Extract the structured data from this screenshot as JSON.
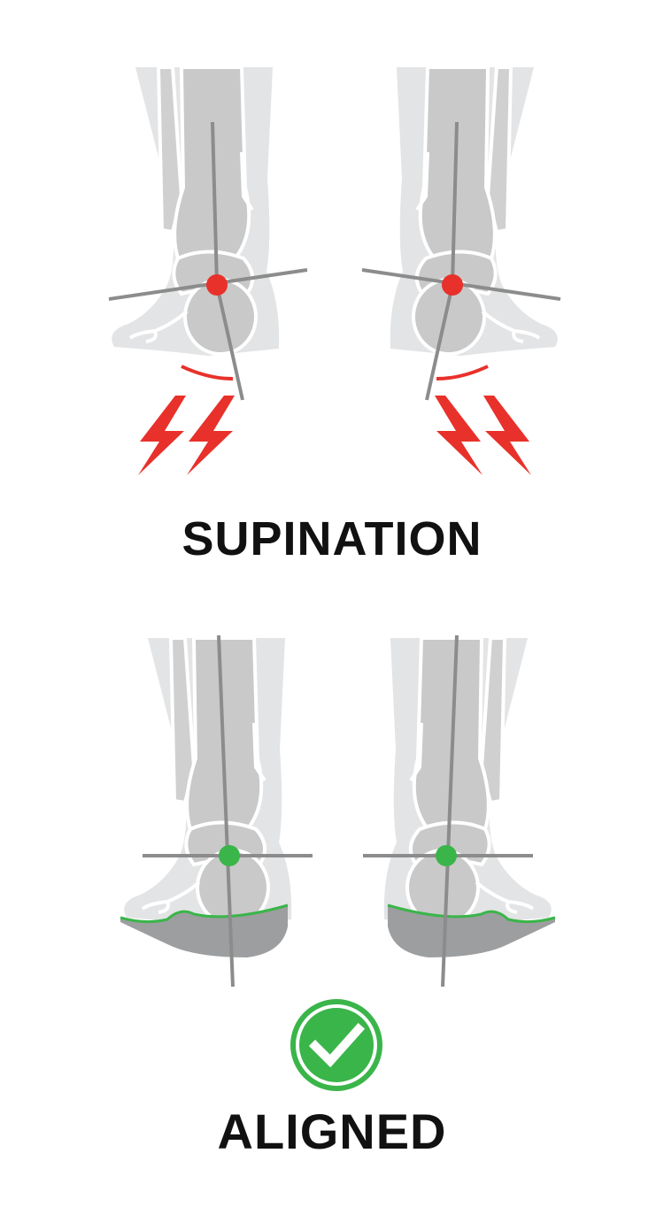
{
  "sections": [
    {
      "title": "SUPINATION",
      "state": "misaligned",
      "indicator_color": "#e8312a"
    },
    {
      "title": "ALIGNED",
      "state": "aligned",
      "indicator_color": "#3ab54a"
    }
  ],
  "icons": {
    "warning": "lightning-bolt-icon",
    "approved": "check-circle-icon"
  }
}
